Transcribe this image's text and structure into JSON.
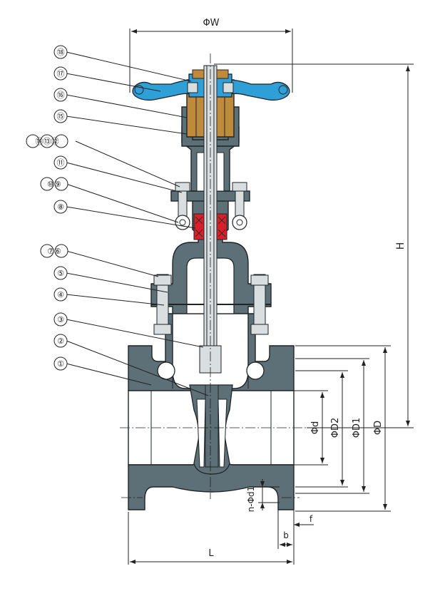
{
  "colors": {
    "body": "#5d6f77",
    "outline": "#1f2427",
    "handwheel": "#2f9fd8",
    "nut": "#c08a3c",
    "packing": "#d8202c",
    "stem": "#d9dee0"
  },
  "callouts": [
    {
      "label": "⑱"
    },
    {
      "label": "⑰"
    },
    {
      "label": "⑯"
    },
    {
      "label": "⑮"
    },
    {
      "label": "⑭⑬⑫"
    },
    {
      "label": "⑪"
    },
    {
      "label": "⑩⑨"
    },
    {
      "label": "⑧"
    },
    {
      "label": "⑦⑥"
    },
    {
      "label": "⑤"
    },
    {
      "label": "④"
    },
    {
      "label": "③"
    },
    {
      "label": "②"
    },
    {
      "label": "①"
    }
  ],
  "dimensions": {
    "W": "ΦW",
    "H": "H",
    "d": "Φd",
    "D2": "ΦD2",
    "D1": "ΦD1",
    "D": "ΦD",
    "d1": "n-Φd1",
    "f": "f",
    "b": "b",
    "L": "L"
  }
}
